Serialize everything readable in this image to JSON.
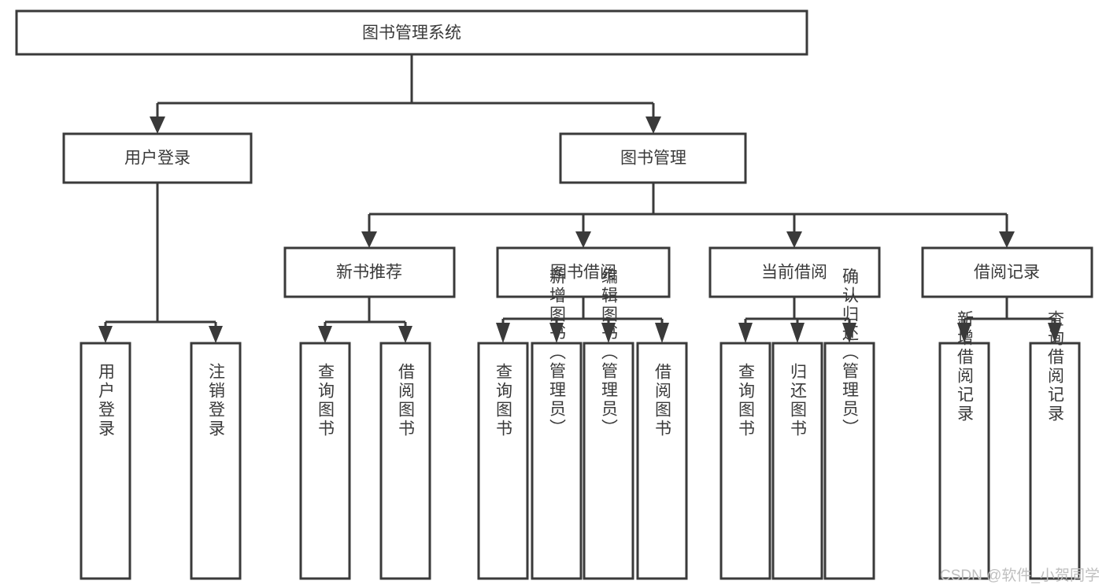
{
  "diagram": {
    "type": "tree-hierarchy-chart",
    "title": "图书管理系统",
    "watermark": "CSDN @软件_小贺同学",
    "colors": {
      "stroke": "#3a3a3a",
      "fill": "#ffffff",
      "background": "#ffffff",
      "watermark": "#bfbfbf"
    },
    "nodes": {
      "root": {
        "label": "图书管理系统",
        "level": 1
      },
      "level2": [
        {
          "id": "user-login",
          "label": "用户登录"
        },
        {
          "id": "book-manage",
          "label": "图书管理"
        }
      ],
      "level3": [
        {
          "id": "new-book-recommend",
          "label": "新书推荐",
          "parent": "book-manage"
        },
        {
          "id": "book-borrow",
          "label": "图书借阅",
          "parent": "book-manage"
        },
        {
          "id": "current-borrow",
          "label": "当前借阅",
          "parent": "book-manage"
        },
        {
          "id": "borrow-record",
          "label": "借阅记录",
          "parent": "book-manage"
        }
      ],
      "leaves": [
        {
          "id": "leaf-user-login",
          "label": "用户登录",
          "parent": "user-login"
        },
        {
          "id": "leaf-logout",
          "label": "注销登录",
          "parent": "user-login"
        },
        {
          "id": "leaf-query-book-1",
          "label": "查询图书",
          "parent": "new-book-recommend"
        },
        {
          "id": "leaf-borrow-book-1",
          "label": "借阅图书",
          "parent": "new-book-recommend"
        },
        {
          "id": "leaf-query-book-2",
          "label": "查询图书",
          "parent": "book-borrow"
        },
        {
          "id": "leaf-add-book",
          "label": "新增图书（管理员）",
          "parent": "book-borrow"
        },
        {
          "id": "leaf-edit-book",
          "label": "编辑图书（管理员）",
          "parent": "book-borrow"
        },
        {
          "id": "leaf-borrow-book-2",
          "label": "借阅图书",
          "parent": "book-borrow"
        },
        {
          "id": "leaf-query-book-3",
          "label": "查询图书",
          "parent": "current-borrow"
        },
        {
          "id": "leaf-return-book",
          "label": "归还图书",
          "parent": "current-borrow"
        },
        {
          "id": "leaf-confirm-return",
          "label": "确认归还（管理员）",
          "parent": "current-borrow"
        },
        {
          "id": "leaf-add-record",
          "label": "新增借阅记录",
          "parent": "borrow-record"
        },
        {
          "id": "leaf-query-record",
          "label": "查询借阅记录",
          "parent": "borrow-record"
        }
      ]
    }
  }
}
